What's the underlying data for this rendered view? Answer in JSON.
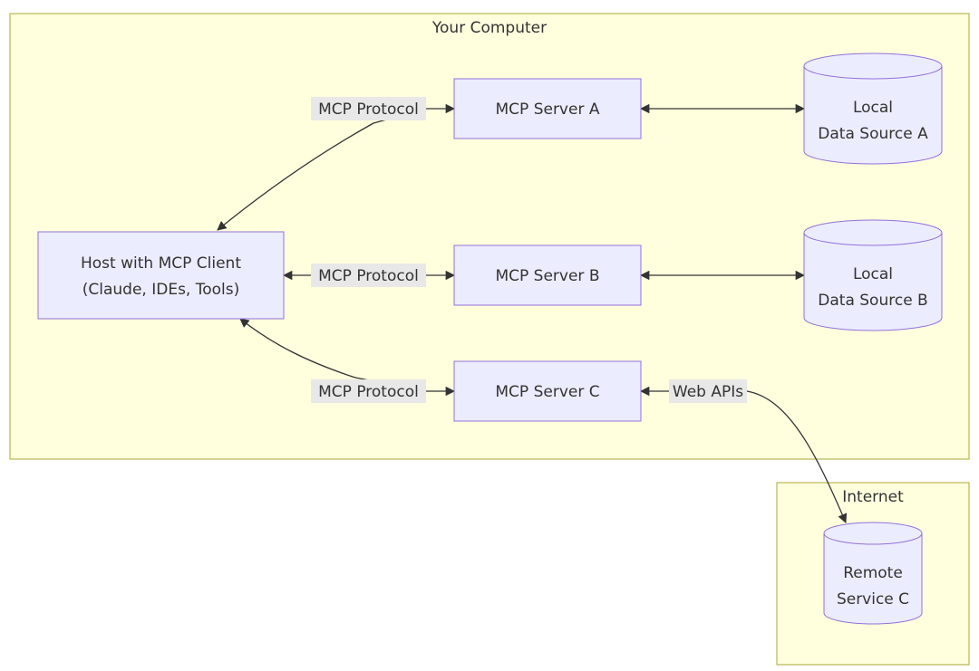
{
  "clusters": {
    "computer": {
      "title": "Your Computer"
    },
    "internet": {
      "title": "Internet"
    }
  },
  "nodes": {
    "host": {
      "lines": [
        "Host with MCP Client",
        "(Claude, IDEs, Tools)"
      ]
    },
    "server_a": {
      "label": "MCP Server A"
    },
    "server_b": {
      "label": "MCP Server B"
    },
    "server_c": {
      "label": "MCP Server C"
    },
    "data_a": {
      "lines": [
        "Local",
        "Data Source A"
      ]
    },
    "data_b": {
      "lines": [
        "Local",
        "Data Source B"
      ]
    },
    "remote_c": {
      "lines": [
        "Remote",
        "Service C"
      ]
    }
  },
  "edges": {
    "host_a": {
      "label": "MCP Protocol"
    },
    "host_b": {
      "label": "MCP Protocol"
    },
    "host_c": {
      "label": "MCP Protocol"
    },
    "c_remote": {
      "label": "Web APIs"
    }
  },
  "colors": {
    "cluster_fill": "#ffffde",
    "cluster_stroke": "#aaaa33",
    "node_fill": "#ececff",
    "node_stroke": "#9370db",
    "edge": "#333333",
    "edge_label_bg": "#e8e8e8"
  }
}
